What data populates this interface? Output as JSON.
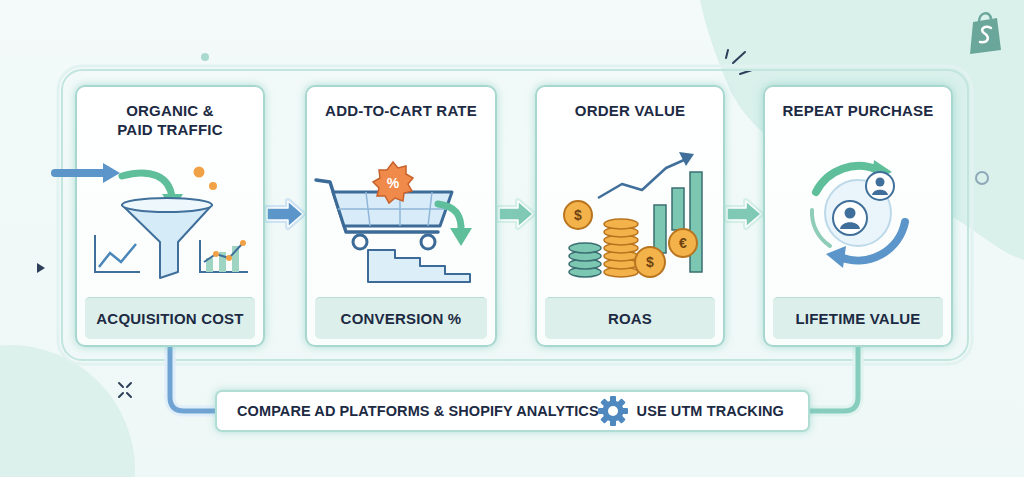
{
  "diagram": {
    "nodes": [
      {
        "text": [
          "ORGANIC & PAID TRAFFIC"
        ]
      },
      {
        "text": [
          "ACQUISITION COST"
        ],
        "in": 0
      },
      {
        "text": [
          "ADD-TO-CART RATE"
        ]
      },
      {
        "text": [
          "CONVERSION %"
        ],
        "in": 2
      },
      {
        "text": [
          "ORDER VALUE"
        ]
      },
      {
        "text": [
          "ROAS"
        ],
        "in": 4
      },
      {
        "text": [
          "REPEAT PURCHASE"
        ]
      },
      {
        "text": [
          "LIFETIME VALUE"
        ],
        "in": 6
      },
      {
        "text": [
          "COMPARE AD PLATFORMS & SHOPIFY ANALYTICS",
          "USE UTM TRACKING"
        ]
      }
    ],
    "edges": [
      {
        "from": 0,
        "to": 2,
        "arrow": "to"
      },
      {
        "from": 2,
        "to": 4,
        "arrow": "to"
      },
      {
        "from": 4,
        "to": 6,
        "arrow": "to"
      },
      {
        "from": 0,
        "to": 8,
        "arrow": "none"
      },
      {
        "from": 6,
        "to": 8,
        "arrow": "none"
      }
    ],
    "labels": [
      "%",
      "$",
      "$",
      "€"
    ]
  }
}
